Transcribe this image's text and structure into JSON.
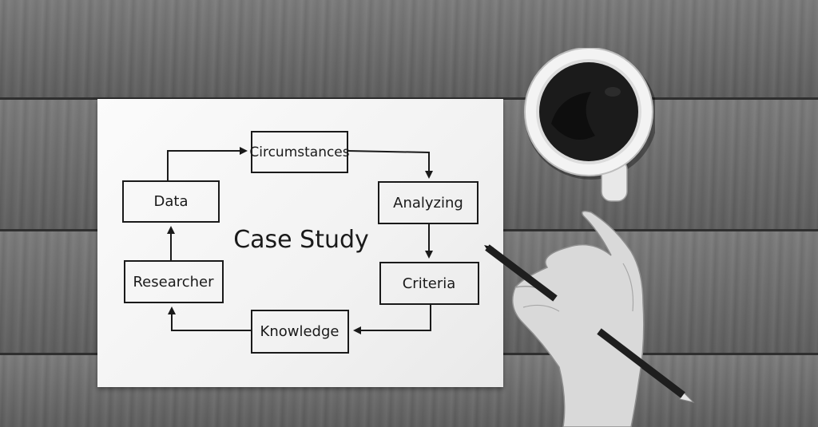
{
  "diagram": {
    "title": "Case Study",
    "nodes": {
      "circumstances": "Circumstances",
      "analyzing": "Analyzing",
      "criteria": "Criteria",
      "knowledge": "Knowledge",
      "researcher": "Researcher",
      "data": "Data"
    }
  },
  "colors": {
    "ink": "#1a1a1a",
    "paper": "#f6f6f6",
    "wood": "#6b6b6b"
  },
  "icons": [
    "coffee-cup-icon",
    "pencil-icon",
    "hand-icon"
  ]
}
